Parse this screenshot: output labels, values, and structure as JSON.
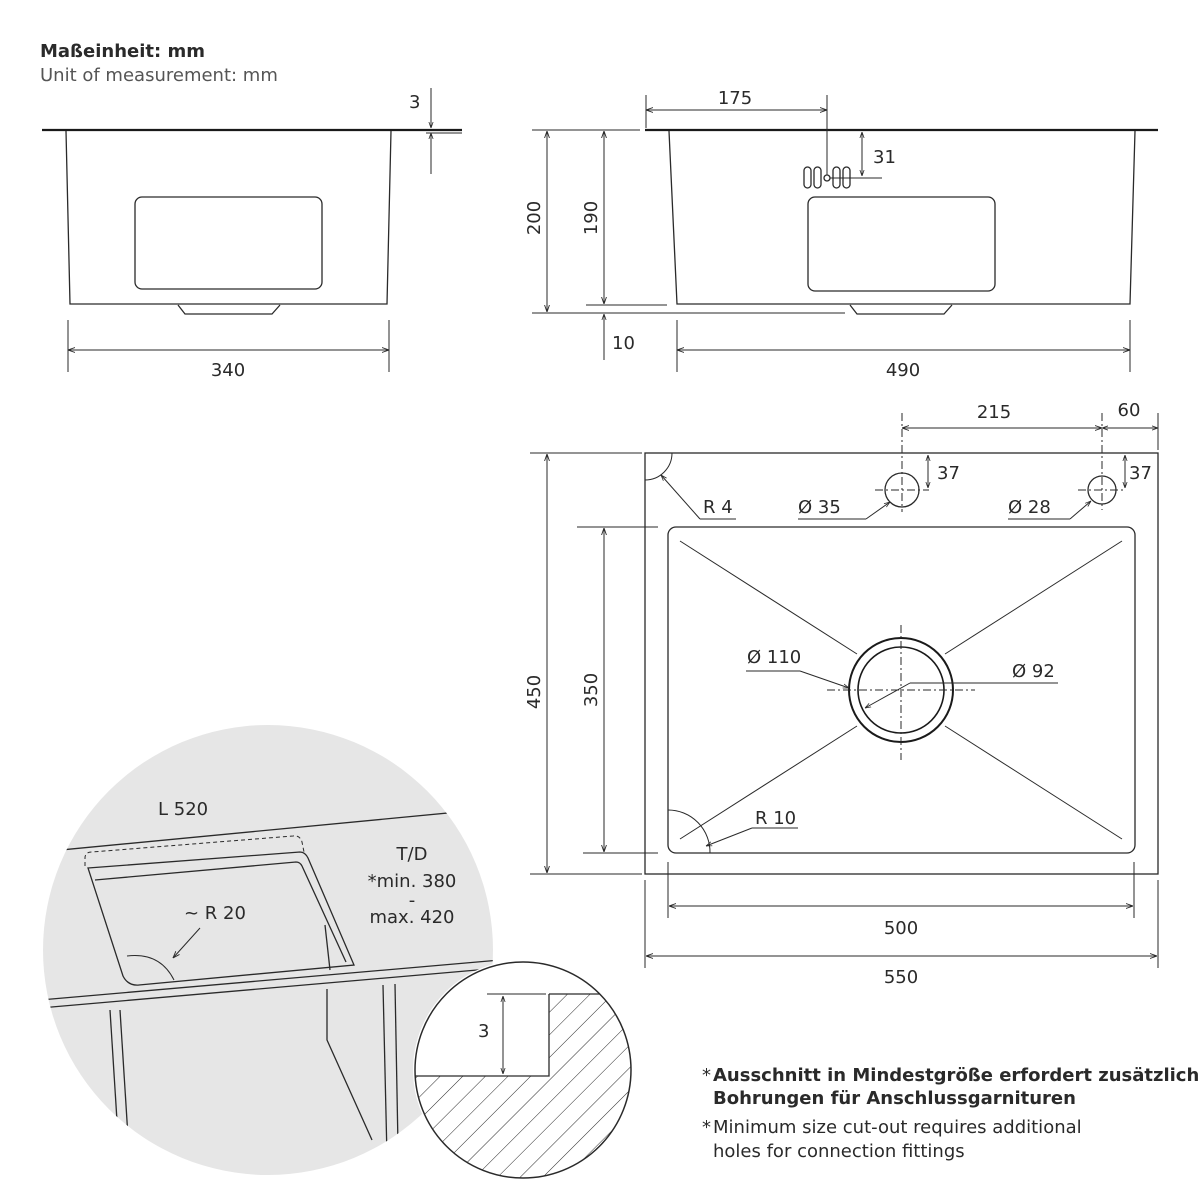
{
  "header": {
    "unit_de": "Maßeinheit: mm",
    "unit_en": "Unit of measurement: mm"
  },
  "front_view": {
    "rim_thickness": "3",
    "width": "340"
  },
  "side_view": {
    "overflow_offset": "175",
    "overflow_height": "31",
    "total_height": "200",
    "bowl_depth": "190",
    "bottom_offset": "10",
    "width": "490"
  },
  "top_view": {
    "hole_spacing": "215",
    "edge_offset": "60",
    "hole1_offset": "37",
    "hole2_offset": "37",
    "corner_radius_outer": "R 4",
    "hole1_diameter": "Ø 35",
    "hole2_diameter": "Ø 28",
    "drain_outer": "Ø 110",
    "drain_inner": "Ø 92",
    "depth_total": "450",
    "depth_bowl": "350",
    "corner_radius_inner": "R 10",
    "width_bowl": "500",
    "width_total": "550"
  },
  "detail_cutout": {
    "length": "L 520",
    "depth_label": "T/D",
    "depth_min": "*min. 380",
    "depth_sep": "-",
    "depth_max": "max. 420",
    "corner_radius": "~ R 20"
  },
  "detail_section": {
    "thickness": "3"
  },
  "notes": {
    "de_line1": "Ausschnitt in Mindestgröße erfordert zusätzliche",
    "de_line2": "Bohrungen für Anschlussgarnituren",
    "en_line1": "Minimum size cut-out requires additional",
    "en_line2": "holes for connection fittings",
    "marker": "*"
  }
}
